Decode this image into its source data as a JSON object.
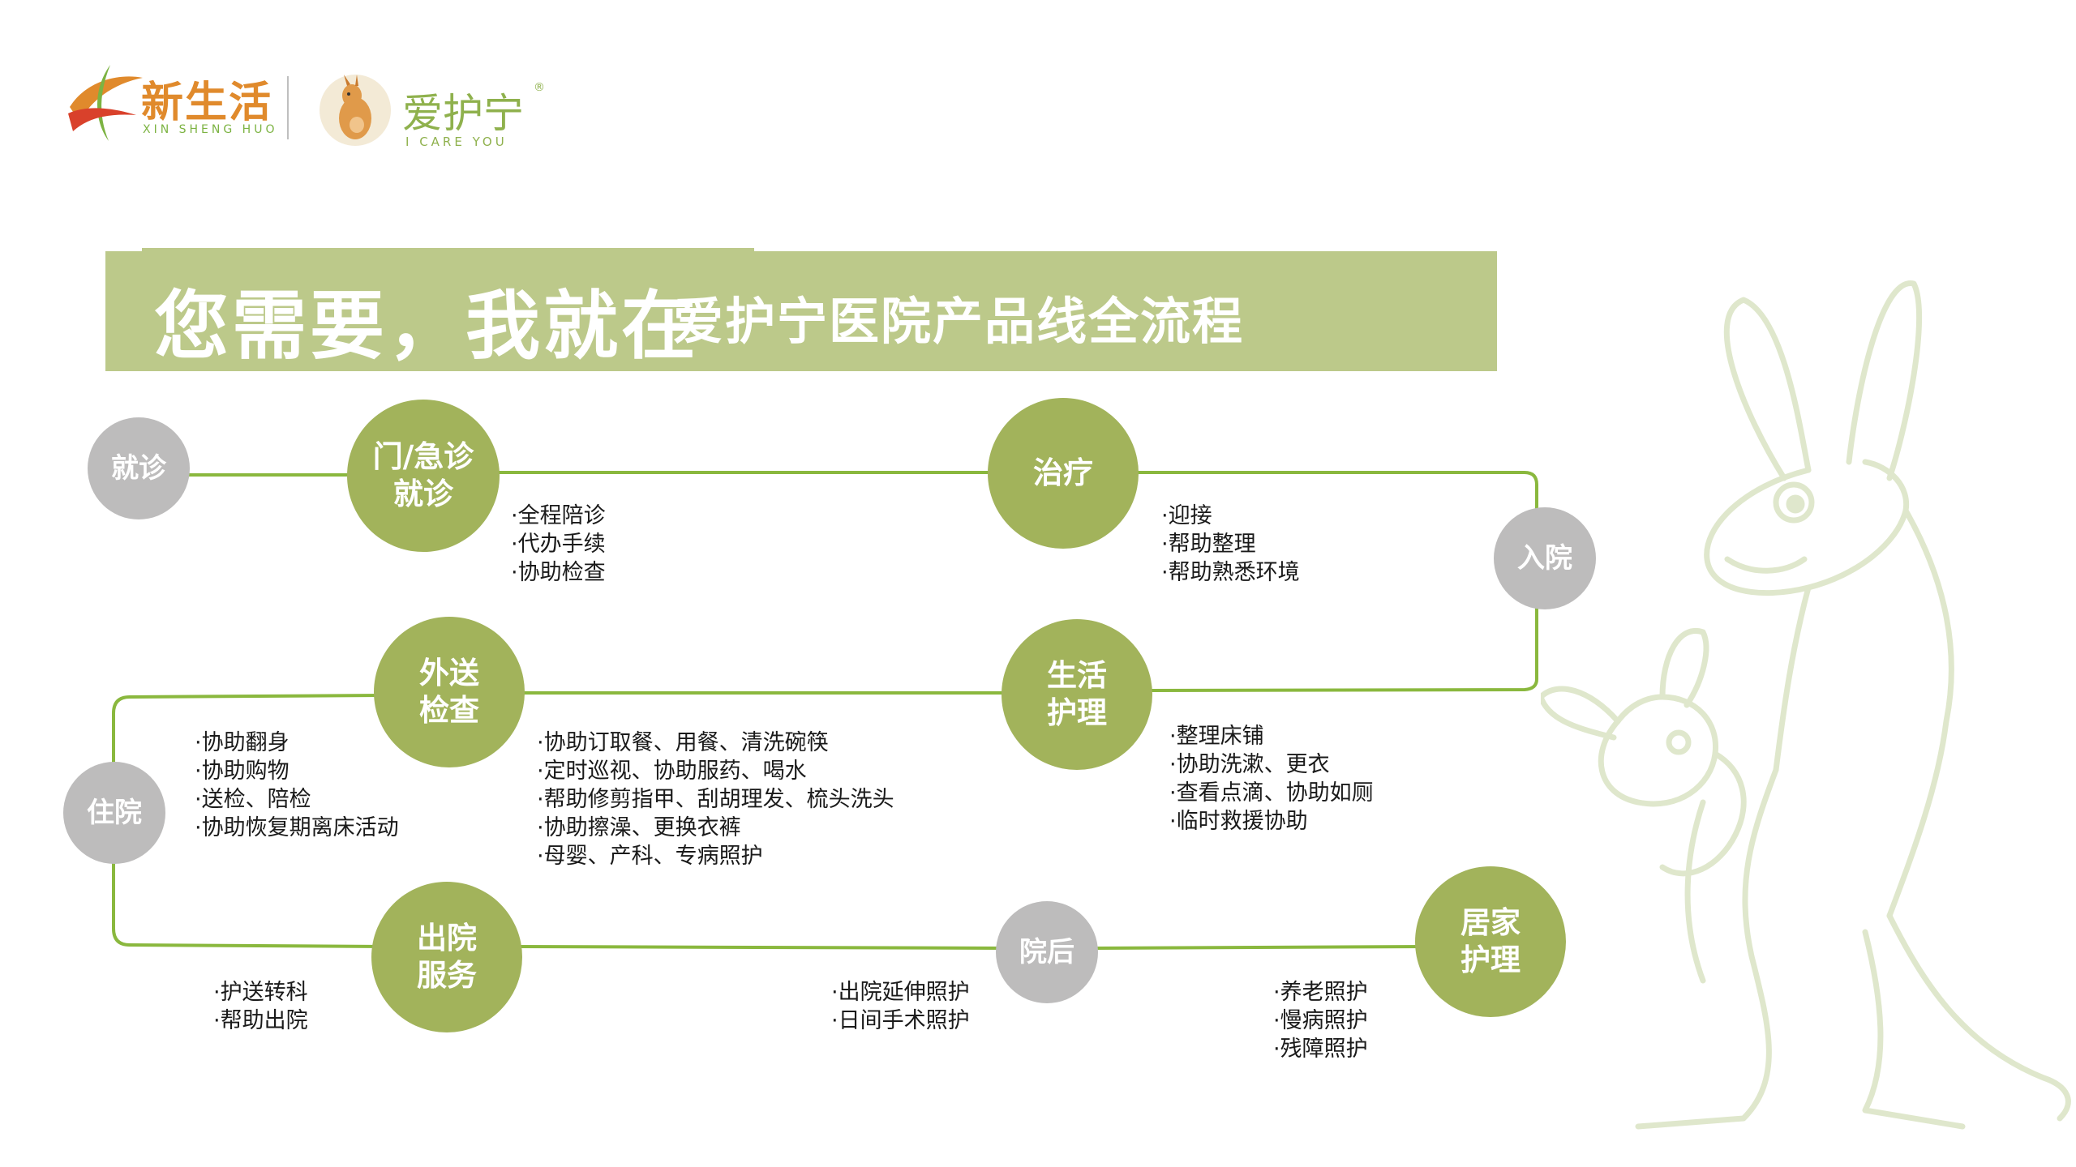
{
  "logos": {
    "xinshenghuo_name": "新生活",
    "xinshenghuo_pinyin": "XIN SHENG HUO",
    "aihuning_name": "爱护宁",
    "aihuning_reg": "®",
    "aihuning_tagline": "I CARE YOU"
  },
  "title": {
    "main": "您需要，我就在",
    "sub": "爱护宁医院产品线全流程"
  },
  "colors": {
    "accent_green": "#a2b35b",
    "banner_green": "#bcc98a",
    "line_green": "#8ab83e",
    "node_gray": "#bdbcbc"
  },
  "nodes": {
    "jiuzhen": "就诊",
    "menjizhen": "门/急诊\n就诊",
    "zhiliao": "治疗",
    "ruyuan": "入院",
    "shenghuo": "生活\n护理",
    "waisong": "外送\n检查",
    "zhuyuan": "住院",
    "chuyuan": "出院\n服务",
    "yuanhou": "院后",
    "jujia": "居家\n护理"
  },
  "services": {
    "menjizhen": [
      "·全程陪诊",
      "·代办手续",
      "·协助检查"
    ],
    "zhiliao": [
      "·迎接",
      "·帮助整理",
      "·帮助熟悉环境"
    ],
    "shenghuo": [
      "·整理床铺",
      "·协助洗漱、更衣",
      "·查看点滴、协助如厕",
      "·临时救援协助"
    ],
    "waisong": [
      "·协助订取餐、用餐、清洗碗筷",
      "·定时巡视、协助服药、喝水",
      "·帮助修剪指甲、刮胡理发、梳头洗头",
      "·协助擦澡、更换衣裤",
      "·母婴、产科、专病照护"
    ],
    "zhuyuan": [
      "·协助翻身",
      "·协助购物",
      "·送检、陪检",
      "·协助恢复期离床活动"
    ],
    "chuyuan": [
      "·护送转科",
      "·帮助出院"
    ],
    "yuanhou": [
      "·出院延伸照护",
      "·日间手术照护"
    ],
    "jujia": [
      "·养老照护",
      "·慢病照护",
      "·残障照护"
    ]
  }
}
